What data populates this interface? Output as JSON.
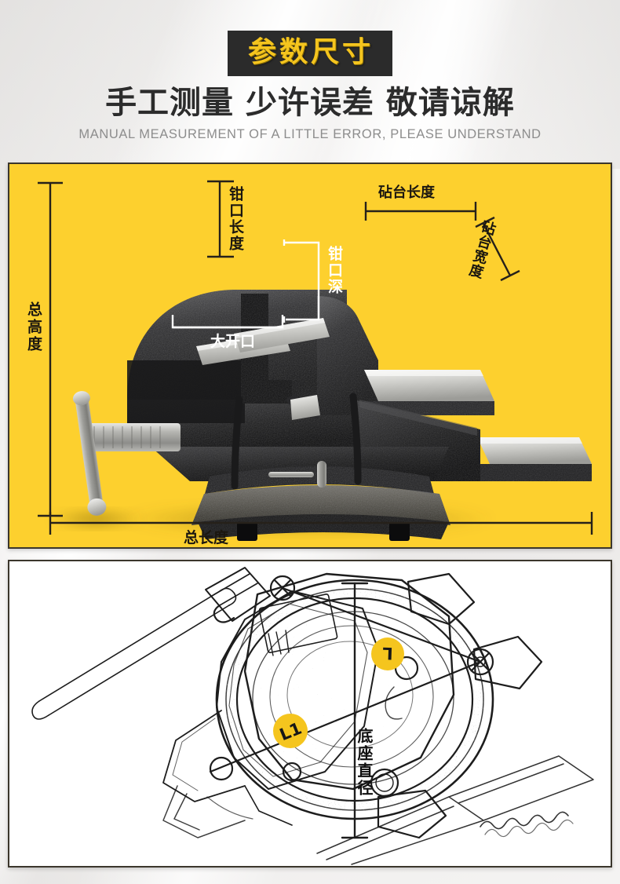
{
  "header": {
    "badge_text": "参数尺寸",
    "badge_bg": "#2b2b2b",
    "badge_color": "#f5c51e",
    "title": "手工测量 少许误差 敬请谅解",
    "subtitle": "MANUAL MEASUREMENT OF A LITTLE ERROR, PLEASE UNDERSTAND",
    "title_color": "#2c2c2c",
    "subtitle_color": "#8d8d8d"
  },
  "panel_photo": {
    "background_color": "#fdd02e",
    "border_color": "#3b362c",
    "subject": "bench-vise-side-view",
    "labels": {
      "total_height": "总高度",
      "total_length": "总长度",
      "jaw_length": "钳口长度",
      "jaw_depth": "钳口深",
      "max_opening": "大开口",
      "anvil_length": "砧台长度",
      "anvil_width": "砧台宽度"
    }
  },
  "panel_sketch": {
    "background_color": "#ffffff",
    "border_color": "#3b362c",
    "subject": "bench-vise-base-top-line-drawing",
    "labels": {
      "base_diameter": "底座直径",
      "badge_l1": "L1",
      "badge_l": "L"
    },
    "badge_color": "#f5c51e"
  }
}
